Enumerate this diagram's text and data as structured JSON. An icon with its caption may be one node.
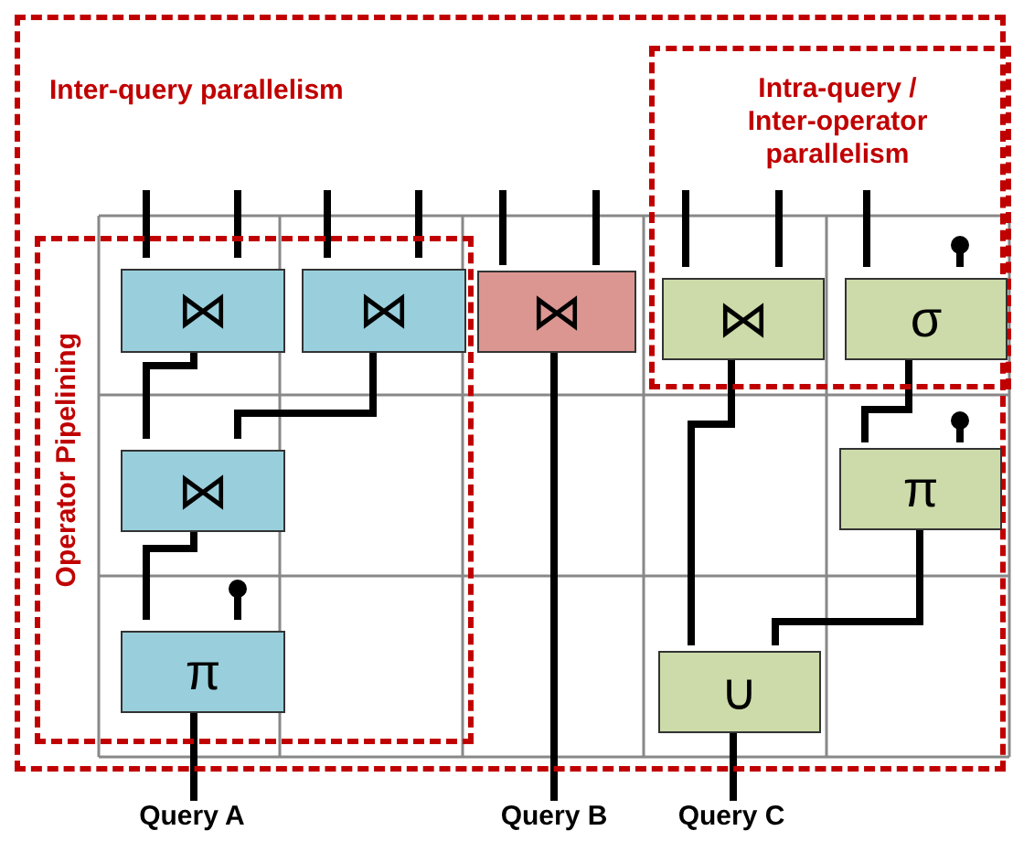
{
  "diagram": {
    "nodes": [
      {
        "text": [
          "Inter-query parallelism"
        ]
      },
      {
        "text": [
          "Operator Pipelining"
        ],
        "in": 0
      },
      {
        "text": [
          "Intra-query / Inter-operator parallelism"
        ],
        "in": 0
      },
      {
        "text": [
          "⋈"
        ],
        "in": 1
      },
      {
        "text": [
          "⋈"
        ],
        "in": 1
      },
      {
        "text": [
          "⋈"
        ],
        "in": 0
      },
      {
        "text": [
          "⋈"
        ],
        "in": 2
      },
      {
        "text": [
          "σ"
        ],
        "in": 2
      },
      {
        "text": [
          "⋈"
        ],
        "in": 1
      },
      {
        "text": [
          "π"
        ],
        "in": 0
      },
      {
        "text": [
          "π"
        ],
        "in": 1
      },
      {
        "text": [
          "∪"
        ],
        "in": 0
      },
      {
        "text": [
          "Query A"
        ]
      },
      {
        "text": [
          "Query B"
        ]
      },
      {
        "text": [
          "Query C"
        ]
      }
    ],
    "edges": [
      {
        "from": null,
        "to": 3,
        "arrow": "none"
      },
      {
        "from": null,
        "to": 3,
        "arrow": "none"
      },
      {
        "from": null,
        "to": 4,
        "arrow": "none"
      },
      {
        "from": null,
        "to": 4,
        "arrow": "none"
      },
      {
        "from": null,
        "to": 5,
        "arrow": "none"
      },
      {
        "from": null,
        "to": 5,
        "arrow": "none"
      },
      {
        "from": null,
        "to": 6,
        "arrow": "none"
      },
      {
        "from": null,
        "to": 6,
        "arrow": "none"
      },
      {
        "from": null,
        "to": 7,
        "arrow": "none"
      },
      {
        "from": null,
        "to": 7,
        "arrow": "other"
      },
      {
        "from": 3,
        "to": 8,
        "arrow": "none"
      },
      {
        "from": 4,
        "to": 8,
        "arrow": "none"
      },
      {
        "from": 8,
        "to": 10,
        "arrow": "none"
      },
      {
        "from": null,
        "to": 10,
        "arrow": "other"
      },
      {
        "from": 10,
        "to": 12,
        "arrow": "none"
      },
      {
        "from": 5,
        "to": 13,
        "arrow": "none"
      },
      {
        "from": 6,
        "to": 11,
        "arrow": "none"
      },
      {
        "from": 7,
        "to": 9,
        "arrow": "none"
      },
      {
        "from": null,
        "to": 9,
        "arrow": "other"
      },
      {
        "from": 9,
        "to": 11,
        "arrow": "none"
      },
      {
        "from": 11,
        "to": 14,
        "arrow": "none"
      }
    ]
  }
}
